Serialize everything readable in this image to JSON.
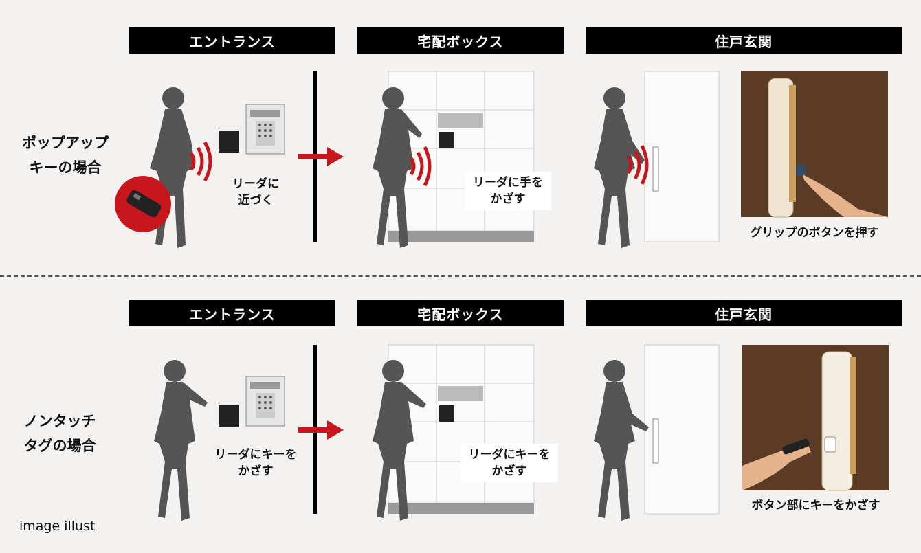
{
  "headers": {
    "entrance": "エントランス",
    "delivery_box": "宅配ボックス",
    "door": "住戸玄関"
  },
  "rows": [
    {
      "label_line1": "ポップアップ",
      "label_line2": "キーの場合",
      "entrance_caption_line1": "リーダに",
      "entrance_caption_line2": "近づく",
      "box_caption_line1": "リーダに手を",
      "box_caption_line2": "かざす",
      "door_caption": "グリップのボタンを押す"
    },
    {
      "label_line1": "ノンタッチ",
      "label_line2": "タグの場合",
      "entrance_caption_line1": "リーダにキーを",
      "entrance_caption_line2": "かざす",
      "box_caption_line1": "リーダにキーを",
      "box_caption_line2": "かざす",
      "door_caption": "ボタン部にキーをかざす"
    }
  ],
  "footer": "image illust",
  "colors": {
    "accent_red": "#c8161d",
    "header_bg": "#000000",
    "silhouette": "#555555",
    "wall_brown": "#5b3a26"
  }
}
